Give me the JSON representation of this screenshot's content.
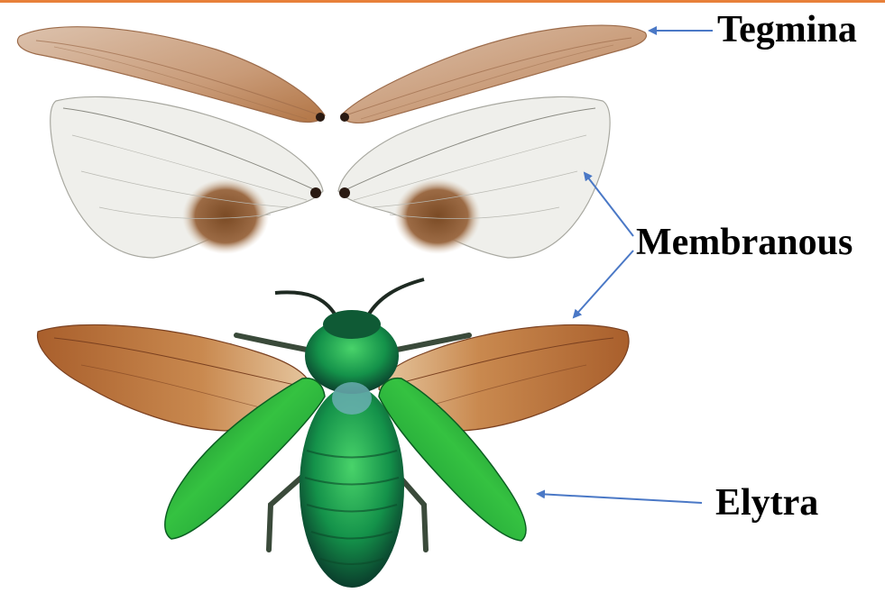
{
  "labels": {
    "tegmina": "Tegmina",
    "membranous": "Membranous",
    "elytra": "Elytra"
  },
  "colors": {
    "top_accent": "#e8803a",
    "arrow": "#4a78c6",
    "tegmina_wing": "#c9a184",
    "tegmina_vein": "#9c6b4a",
    "membrane": "#eeeeea",
    "membrane_vein": "#b9b9b2",
    "membrane_spot": "#8b5a33",
    "hind_wing": "#b8703a",
    "elytra_green": "#1fa83a",
    "elytra_dark": "#0b5e22",
    "elytra_tip": "#e4c24a",
    "body_metal": "#12874a",
    "legs": "#3a4a3a"
  }
}
